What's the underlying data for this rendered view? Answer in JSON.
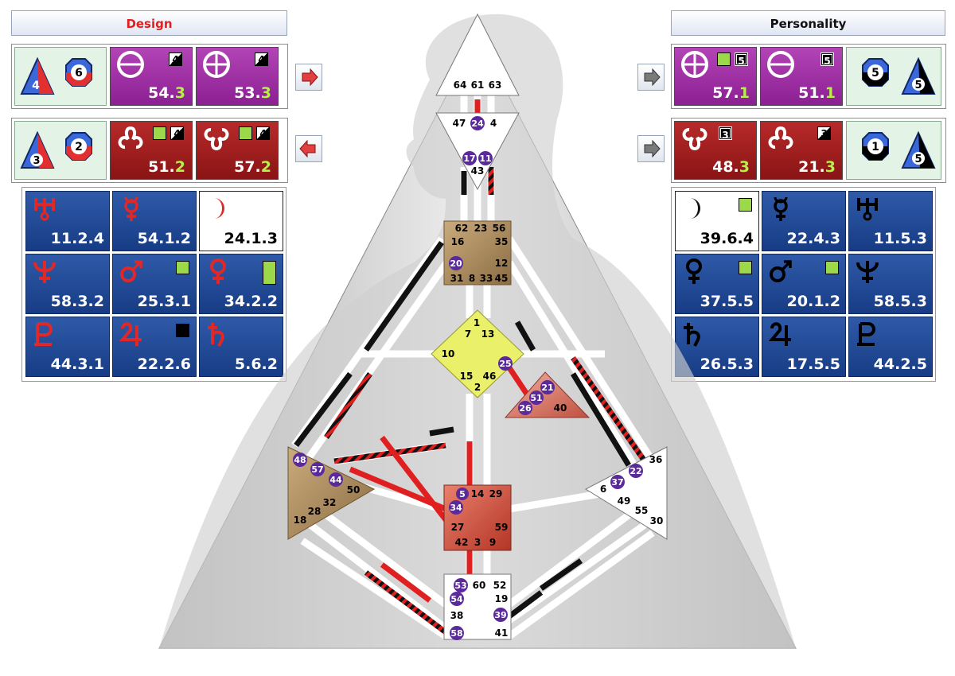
{
  "design": {
    "title": "Design",
    "row1": {
      "arrows": [
        "4",
        "6"
      ],
      "cells": [
        {
          "symbol": "earth-icon",
          "value_main": "54.",
          "value_tail": "3",
          "box": "4"
        },
        {
          "symbol": "sun-earth-icon",
          "value_main": "53.",
          "value_tail": "3",
          "box": "4"
        }
      ]
    },
    "row2": {
      "arrows": [
        "3",
        "2"
      ],
      "cells": [
        {
          "symbol": "north-node-icon",
          "value_main": "51.",
          "value_tail": "2",
          "box": "4"
        },
        {
          "symbol": "south-node-icon",
          "value_main": "57.",
          "value_tail": "2",
          "box": "4"
        }
      ]
    },
    "planets": [
      {
        "symbol": "uranus-icon",
        "value": "11.2.4"
      },
      {
        "symbol": "mercury-icon",
        "value": "54.1.2"
      },
      {
        "symbol": "moon-icon",
        "value": "24.1.3"
      },
      {
        "symbol": "neptune-icon",
        "value": "58.3.2"
      },
      {
        "symbol": "mars-icon",
        "value": "25.3.1"
      },
      {
        "symbol": "venus-icon",
        "value": "34.2.2"
      },
      {
        "symbol": "pluto-icon",
        "value": "44.3.1"
      },
      {
        "symbol": "jupiter-icon",
        "value": "22.2.6"
      },
      {
        "symbol": "saturn-icon",
        "value": "5.6.2"
      }
    ]
  },
  "personality": {
    "title": "Personality",
    "row1": {
      "cells": [
        {
          "symbol": "sun-earth-icon",
          "value_main": "57.",
          "value_tail": "1",
          "box": "5"
        },
        {
          "symbol": "earth-icon",
          "value_main": "51.",
          "value_tail": "1",
          "box": "5"
        }
      ],
      "arrows": [
        "5",
        "5"
      ]
    },
    "row2": {
      "cells": [
        {
          "symbol": "south-node-icon",
          "value_main": "48.",
          "value_tail": "3",
          "box": "3"
        },
        {
          "symbol": "north-node-icon",
          "value_main": "21.",
          "value_tail": "3",
          "box": "3"
        }
      ],
      "arrows": [
        "1",
        "5"
      ]
    },
    "planets": [
      {
        "symbol": "moon-icon",
        "value": "39.6.4"
      },
      {
        "symbol": "mercury-icon",
        "value": "22.4.3"
      },
      {
        "symbol": "uranus-icon",
        "value": "11.5.3"
      },
      {
        "symbol": "venus-icon",
        "value": "37.5.5"
      },
      {
        "symbol": "mars-icon",
        "value": "20.1.2"
      },
      {
        "symbol": "neptune-icon",
        "value": "58.5.3"
      },
      {
        "symbol": "saturn-icon",
        "value": "26.5.3"
      },
      {
        "symbol": "jupiter-icon",
        "value": "17.5.5"
      },
      {
        "symbol": "pluto-icon",
        "value": "44.2.5"
      }
    ]
  },
  "bodygraph": {
    "head_gates": [
      "64",
      "61",
      "63"
    ],
    "ajna_gates": [
      "47",
      "24",
      "4",
      "17",
      "11",
      "43"
    ],
    "throat_gates": [
      "62",
      "23",
      "56",
      "16",
      "35",
      "20",
      "12",
      "31",
      "8",
      "33",
      "45"
    ],
    "g_gates": [
      "1",
      "7",
      "13",
      "10",
      "25",
      "15",
      "46",
      "2"
    ],
    "heart_gates": [
      "21",
      "51",
      "26",
      "40"
    ],
    "spleen_gates": [
      "48",
      "57",
      "44",
      "50",
      "32",
      "28",
      "18"
    ],
    "sacral_gates": [
      "5",
      "14",
      "29",
      "34",
      "27",
      "59",
      "42",
      "3",
      "9"
    ],
    "solar_gates": [
      "36",
      "22",
      "37",
      "6",
      "49",
      "55",
      "30"
    ],
    "root_gates": [
      "53",
      "60",
      "52",
      "54",
      "19",
      "38",
      "39",
      "58",
      "41"
    ]
  }
}
